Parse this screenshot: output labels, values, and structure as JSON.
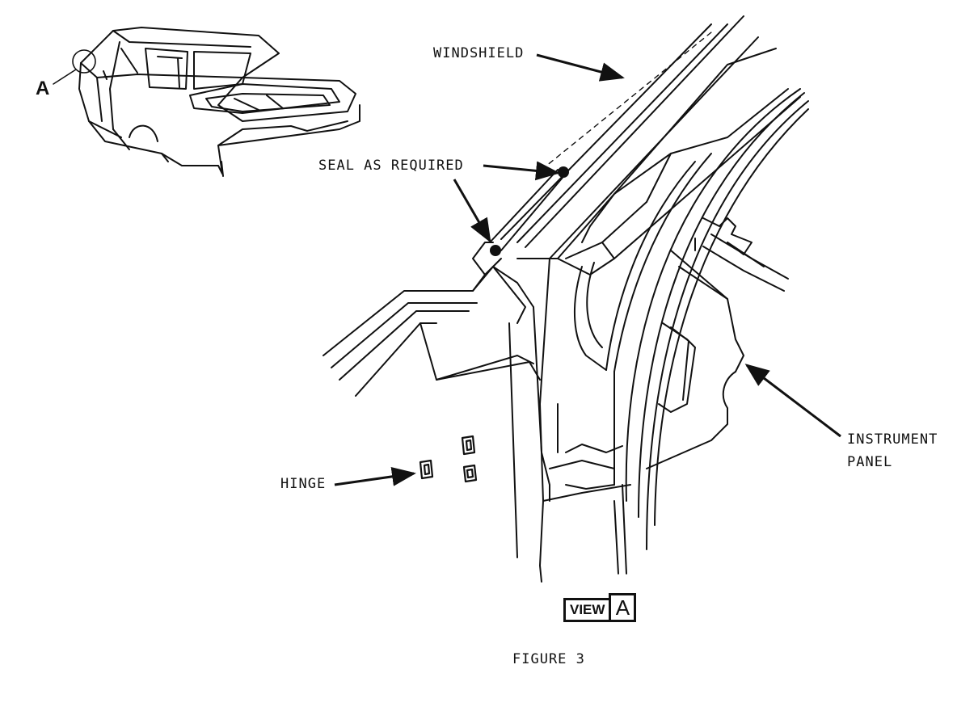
{
  "labels": {
    "windshield": "WINDSHIELD",
    "seal": "SEAL AS REQUIRED",
    "hinge": "HINGE",
    "instrument_line1": "INSTRUMENT",
    "instrument_line2": "PANEL",
    "detail_callout": "A"
  },
  "view_badge": {
    "word": "VIEW",
    "letter": "A"
  },
  "caption": "FIGURE 3"
}
